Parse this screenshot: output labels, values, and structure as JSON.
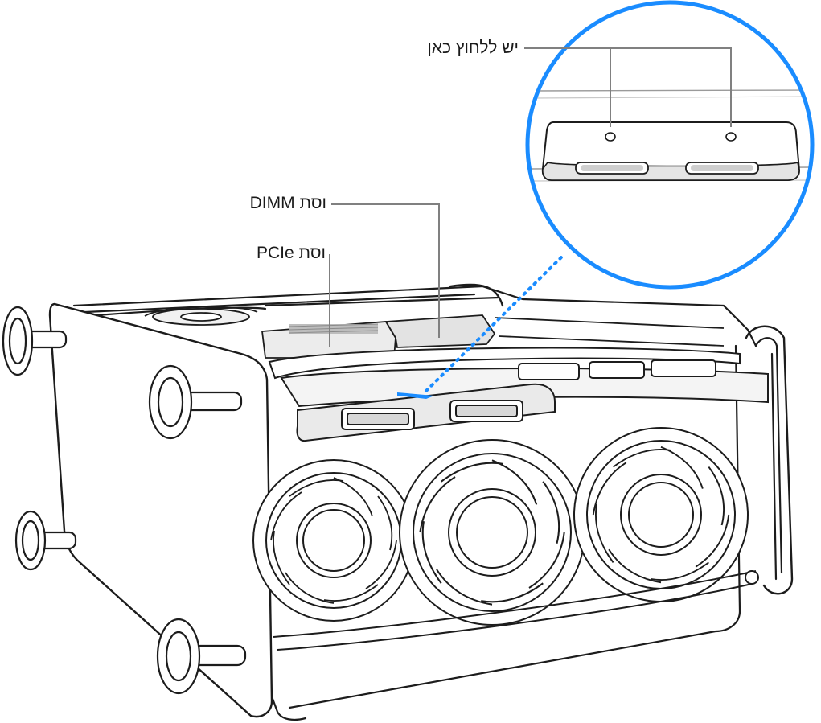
{
  "callouts": {
    "press_here": "יש ללחוץ כאן",
    "dimm_cover": "וסת DIMM",
    "pcie_cover": "וסת PCIe"
  },
  "colors": {
    "line_art": "#1c1c1c",
    "leader_line": "#808080",
    "zoom_circle": "#1a8cff",
    "shading": "#e6e6e6"
  }
}
